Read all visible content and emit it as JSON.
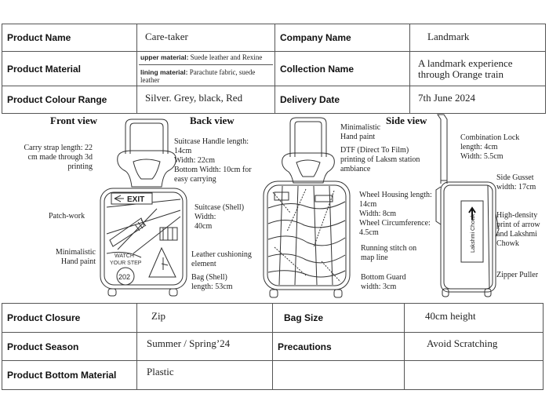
{
  "top_table": {
    "product_name_label": "Product Name",
    "product_name": "Care-taker",
    "company_name_label": "Company Name",
    "company_name": "Landmark",
    "product_material_label": "Product Material",
    "upper_material_label": "upper material:",
    "upper_material": "Suede leather and Rexine",
    "lining_material_label": "lining material:",
    "lining_material": "Parachute fabric, suede leather",
    "collection_name_label": "Collection Name",
    "collection_name": "A landmark experience through Orange train",
    "colour_range_label": "Product Colour Range",
    "colour_range": "Silver. Grey, black, Red",
    "delivery_date_label": "Delivery Date",
    "delivery_date": "7th June 2024"
  },
  "views": {
    "front": "Front view",
    "back": "Back view",
    "side": "Side view"
  },
  "annotations": {
    "carry_strap": "Carry strap length: 22 cm made  through 3d printing",
    "patchwork": "Patch-work",
    "hand_paint": "Minimalistic Hand paint",
    "suitcase_handle": "Suitcase Handle length: 14cm\nWidth: 22cm\nBottom Width: 10cm for easy carrying",
    "suitcase_shell": "Suitcase (Shell)\nWidth:\n40cm",
    "leather_cushioning": "Leather cushioning element",
    "bag_shell": "Bag (Shell)\nlength: 53cm",
    "minimalistic_hand_paint": "Minimalistic\nHand paint",
    "dtf": "DTF (Direct To Film) printing of Laksm station ambiance",
    "wheel_housing": "Wheel Housing length:\n14cm\nWidth: 8cm\nWheel Circumference:\n4.5cm",
    "running_stitch": "Running stitch on map line",
    "bottom_guard": "Bottom Guard width: 3cm",
    "combination_lock": "Combination Lock length: 4cm\nWidth: 5.5cm",
    "side_gusset": "Side Gusset width: 17cm",
    "high_density": "High-density print of arrow and Lakshmi Chowk",
    "zipper_puller": "Zipper Puller"
  },
  "sketch_text": {
    "exit": "EXIT",
    "watch": "WATCH",
    "your_step": "YOUR STEP",
    "number": "202",
    "lakshmi_chowk": "Lakshmi Chowk"
  },
  "bottom_table": {
    "closure_label": "Product Closure",
    "closure": "Zip",
    "bag_size_label": "Bag Size",
    "bag_size": "40cm height",
    "season_label": "Product Season",
    "season": "Summer / Spring’24",
    "precautions_label": "Precautions",
    "precautions": "Avoid Scratching",
    "bottom_material_label": "Product Bottom Material",
    "bottom_material": "Plastic"
  }
}
